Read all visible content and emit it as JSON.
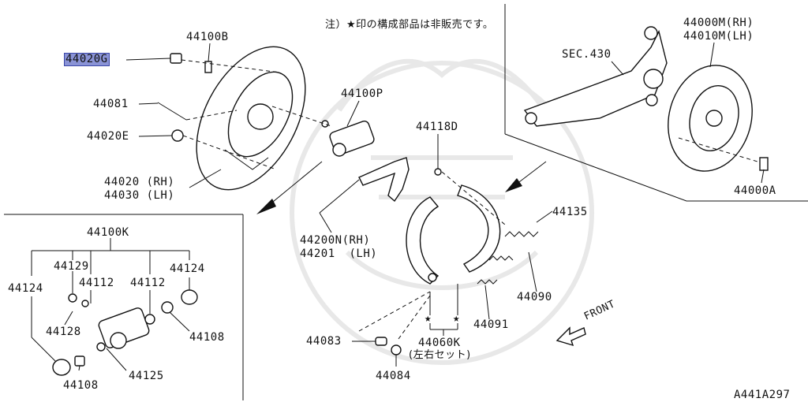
{
  "note": "注）★印の構成部品は非販売です。",
  "diagram_id": "A441A297",
  "front_label": "FRONT",
  "highlight_color": "#8a93d6",
  "labels": {
    "p44020G": "44020G",
    "p44100B": "44100B",
    "p44081": "44081",
    "p44020E": "44020E",
    "p44020": "44020 (RH)",
    "p44030": "44030 (LH)",
    "p44100P": "44100P",
    "p44118D": "44118D",
    "p44200N": "44200N(RH)",
    "p44201": "44201  (LH)",
    "p44135": "44135",
    "p44090": "44090",
    "p44091": "44091",
    "p44083": "44083",
    "p44084": "44084",
    "p44060K": "44060K",
    "p44060K_sub": "(左右セット)",
    "sec430": "SEC.430",
    "p44000M": "44000M(RH)",
    "p44010M": "44010M(LH)",
    "p44000A": "44000A",
    "p44100K": "44100K",
    "p44129": "44129",
    "p44124a": "44124",
    "p44124b": "44124",
    "p44112a": "44112",
    "p44112b": "44112",
    "p44128": "44128",
    "p44108a": "44108",
    "p44108b": "44108",
    "p44125": "44125"
  },
  "stars": [
    "★",
    "★"
  ]
}
